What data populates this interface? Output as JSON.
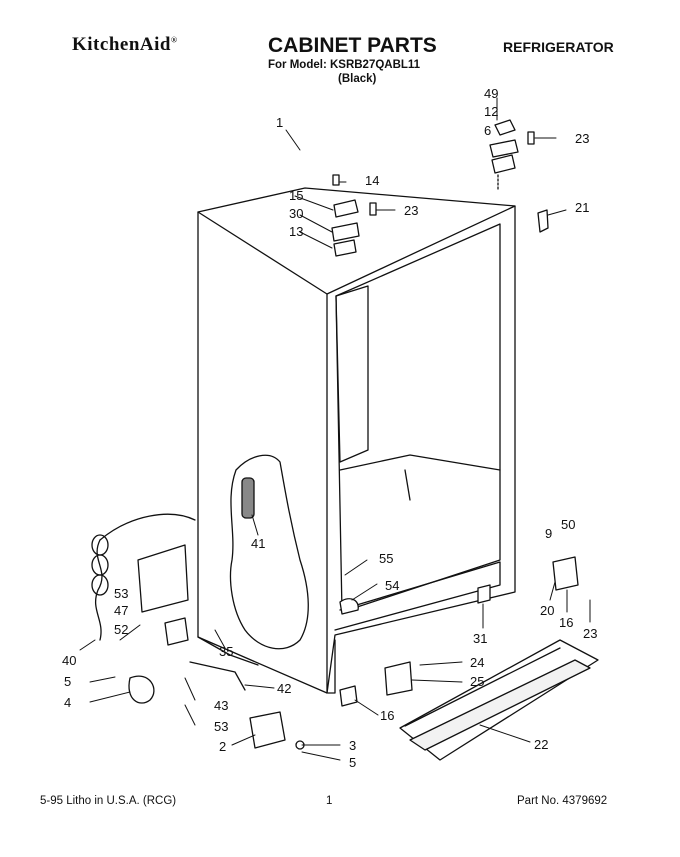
{
  "header": {
    "brand": "KitchenAid",
    "brand_mark": "®",
    "title": "CABINET PARTS",
    "model_line": "For Model: KSRB27QABL11",
    "color_line": "(Black)",
    "category": "REFRIGERATOR"
  },
  "callouts": [
    "1",
    "49",
    "12",
    "6",
    "23",
    "14",
    "15",
    "23",
    "30",
    "13",
    "21",
    "41",
    "9",
    "50",
    "55",
    "54",
    "53",
    "47",
    "52",
    "40",
    "5",
    "4",
    "35",
    "43",
    "42",
    "53",
    "2",
    "3",
    "5",
    "31",
    "20",
    "16",
    "23",
    "24",
    "25",
    "16",
    "22"
  ],
  "footer": {
    "date_line": "5-95  Litho in U.S.A. (RCG)",
    "page": "1",
    "part_no": "Part No. 4379692"
  }
}
